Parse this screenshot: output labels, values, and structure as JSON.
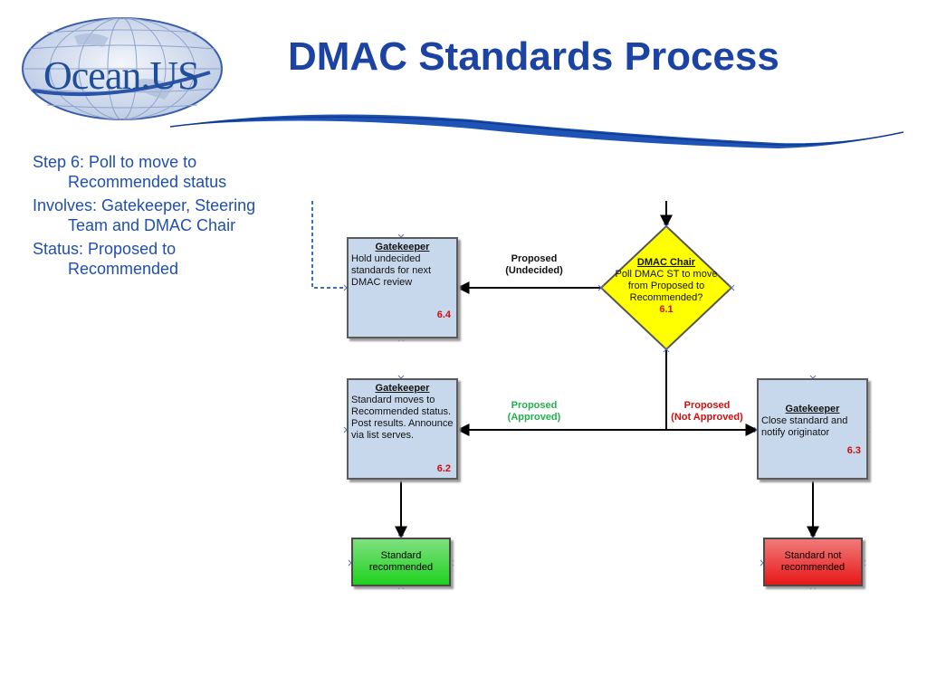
{
  "header": {
    "logo_text": "Ocean.US",
    "title": "DMAC Standards Process"
  },
  "bullets": [
    "Step 6: Poll to move to Recommended status",
    "Involves: Gatekeeper, Steering Team and DMAC Chair",
    "Status: Proposed to Recommended"
  ],
  "diagram": {
    "decision": {
      "role": "DMAC Chair",
      "text": "Poll DMAC ST to move from Proposed to Recommended?",
      "number": "6.1"
    },
    "box_6_4": {
      "role": "Gatekeeper",
      "text": "Hold undecided standards for next DMAC review",
      "number": "6.4"
    },
    "box_6_2": {
      "role": "Gatekeeper",
      "text": "Standard moves to Recommended status. Post results. Announce via list serves.",
      "number": "6.2"
    },
    "box_6_3": {
      "role": "Gatekeeper",
      "text": "Close standard and notify originator",
      "number": "6.3"
    },
    "edges": {
      "undecided": {
        "line1": "Proposed",
        "line2": "(Undecided)"
      },
      "approved": {
        "line1": "Proposed",
        "line2": "(Approved)"
      },
      "not_approved": {
        "line1": "Proposed",
        "line2": "(Not Approved)"
      }
    },
    "terminal_recommended": "Standard recommended",
    "terminal_not_recommended": "Standard not recommended"
  },
  "colors": {
    "title_blue": "#1b43a3",
    "bullet_blue": "#1f4fb0",
    "box_fill": "#c8d8ec",
    "approved_green": "#22b14c",
    "not_approved_red": "#e02020",
    "terminal_green": "#22d622",
    "terminal_red": "#e81818",
    "decision_yellow": "#ffff00"
  }
}
